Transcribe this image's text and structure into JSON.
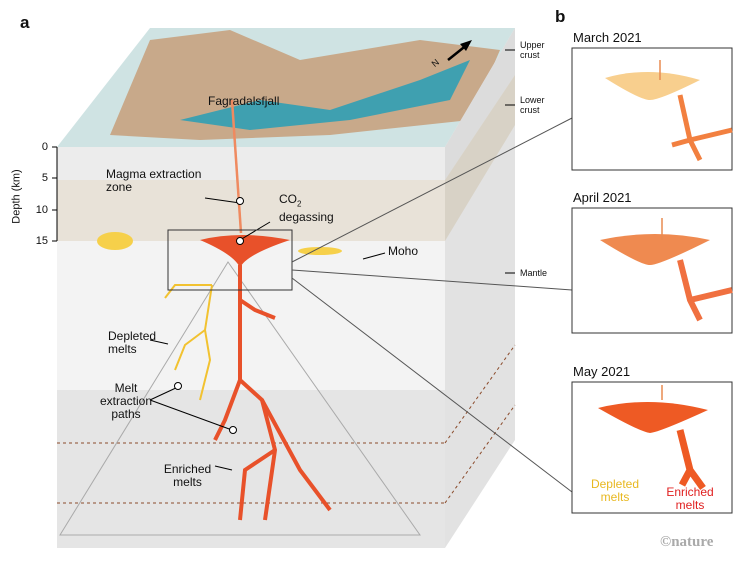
{
  "panel_a": {
    "letter": "a",
    "location_label": "Fagradalsfjall",
    "north_label": "N",
    "layers": {
      "upper_crust": "Upper crust",
      "lower_crust": "Lower crust",
      "mantle": "Mantle",
      "moho": "Moho"
    },
    "depth_axis": {
      "title": "Depth (km)",
      "ticks": [
        "0",
        "5",
        "10",
        "15"
      ]
    },
    "labels": {
      "magma_zone": "Magma extraction zone",
      "co2": "CO",
      "co2_sub": "2",
      "degassing": "degassing",
      "depleted": "Depleted melts",
      "melt_paths": "Melt extraction paths",
      "enriched": "Enriched melts"
    }
  },
  "panel_b": {
    "letter": "b",
    "panels": [
      {
        "title": "March 2021"
      },
      {
        "title": "April 2021"
      },
      {
        "title": "May 2021",
        "depleted_label": "Depleted melts",
        "enriched_label": "Enriched melts"
      }
    ]
  },
  "credit": "©nature",
  "colors": {
    "enriched": "#e8512a",
    "depleted": "#f2c230",
    "crust_upper": "#ececec",
    "crust_lower": "#e8e2d8",
    "mantle": "#f2f2f2"
  }
}
